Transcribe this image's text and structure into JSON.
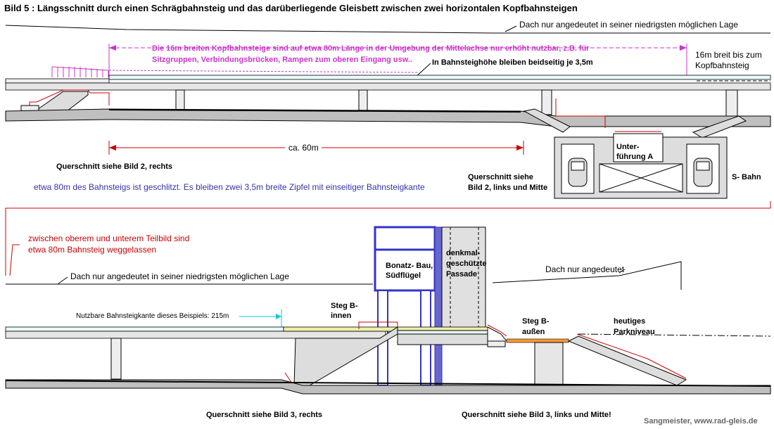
{
  "title": "Bild 5 : Längsschnitt durch einen Schrägbahnsteig  und das darüberliegende Gleisbett zwischen zwei horizontalen Kopfbahnsteigen",
  "top": {
    "roof_note": "Dach nur angedeutet in seiner niedrigsten möglichen Lage",
    "magenta_line1": "Die 16m breiten Kopfbahnsteige sind auf etwa 80m Länge in der Umgebung der Mittelachse nur erhöht nutzbar, z.B. für",
    "magenta_line2": "Sitzgruppen,  Verbindungsbrücken, Rampen zum oberen Eingang usw..",
    "platform_height_note": "In Bahnsteighöhe bleiben beidseitig je 3,5m",
    "breit_line1": "16m breit bis zum",
    "breit_line2": "Kopfbahnsteig",
    "dimension": "ca. 60m",
    "unterfuehrung_line1": "Unter-",
    "unterfuehrung_line2": "führung A",
    "cross_left": "Querschnitt siehe Bild 2, rechts",
    "cross_mid_line1": "Querschnitt siehe",
    "cross_mid_line2": "Bild 2, links und Mitte",
    "sbahn": "S- Bahn",
    "slit_note": "etwa 80m des Bahnsteigs ist geschlitzt. Es bleiben zwei 3,5m breite Zipfel mit einseitiger Bahnsteigkante"
  },
  "bottom": {
    "omitted_line1": "zwischen oberem und unterem Teilbild sind",
    "omitted_line2": "etwa 80m Bahnsteig weggelassen",
    "roof_note": "Dach nur angedeutet in seiner niedrigsten möglichen Lage",
    "bonatz_line1": "Bonatz- Bau,",
    "bonatz_line2": "Südflügel",
    "denkmal_line1": "denkmal-",
    "denkmal_line2": "geschützte",
    "denkmal_line3": "Fassade",
    "roof_note_right": "Dach nur angedeutet",
    "usable_edge": "Nutzbare Bahnsteigkante dieses Beispiels: 215m",
    "steg_inner_line1": "Steg B-",
    "steg_inner_line2": "innen",
    "steg_outer_line1": "Steg B-",
    "steg_outer_line2": "außen",
    "park_line1": "heutiges",
    "park_line2": "Parkniveau",
    "cross_left": "Querschnitt siehe Bild 3, rechts",
    "cross_right": "Querschnitt siehe Bild 3, links und Mitte!"
  },
  "credit": "Sangmeister, www.rad-gleis.de"
}
